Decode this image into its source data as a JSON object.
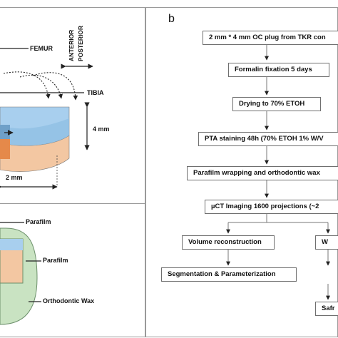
{
  "panel_a": {
    "top": {
      "femur": "FEMUR",
      "tibia": "TIBIA",
      "anterior": "ANTERIOR",
      "posterior": "POSTERIOR",
      "height": "4 mm",
      "width": "2 mm"
    },
    "bottom": {
      "parafilm_outer": "Parafilm",
      "parafilm_inner": "Parafilm",
      "wax": "Orthodontic Wax"
    }
  },
  "panel_b": {
    "letter": "b",
    "steps": [
      "2 mm * 4 mm OC plug from TKR con",
      "Formalin fixation 5 days",
      "Drying to 70% ETOH",
      "PTA staining 48h (70% ETOH 1% W/V",
      "Parafilm wrapping and orthodontic wax",
      "µCT Imaging 1600 projections (~2",
      "Volume reconstruction",
      "Segmentation & Parameterization",
      "W",
      "Safr"
    ]
  },
  "colors": {
    "cartilage_blue": "#a8cfee",
    "bone_orange": "#f3c7a2",
    "wax_green": "#c9e3c2",
    "box_border": "#6f6f6f",
    "frame_gray": "#9a9a9a"
  }
}
